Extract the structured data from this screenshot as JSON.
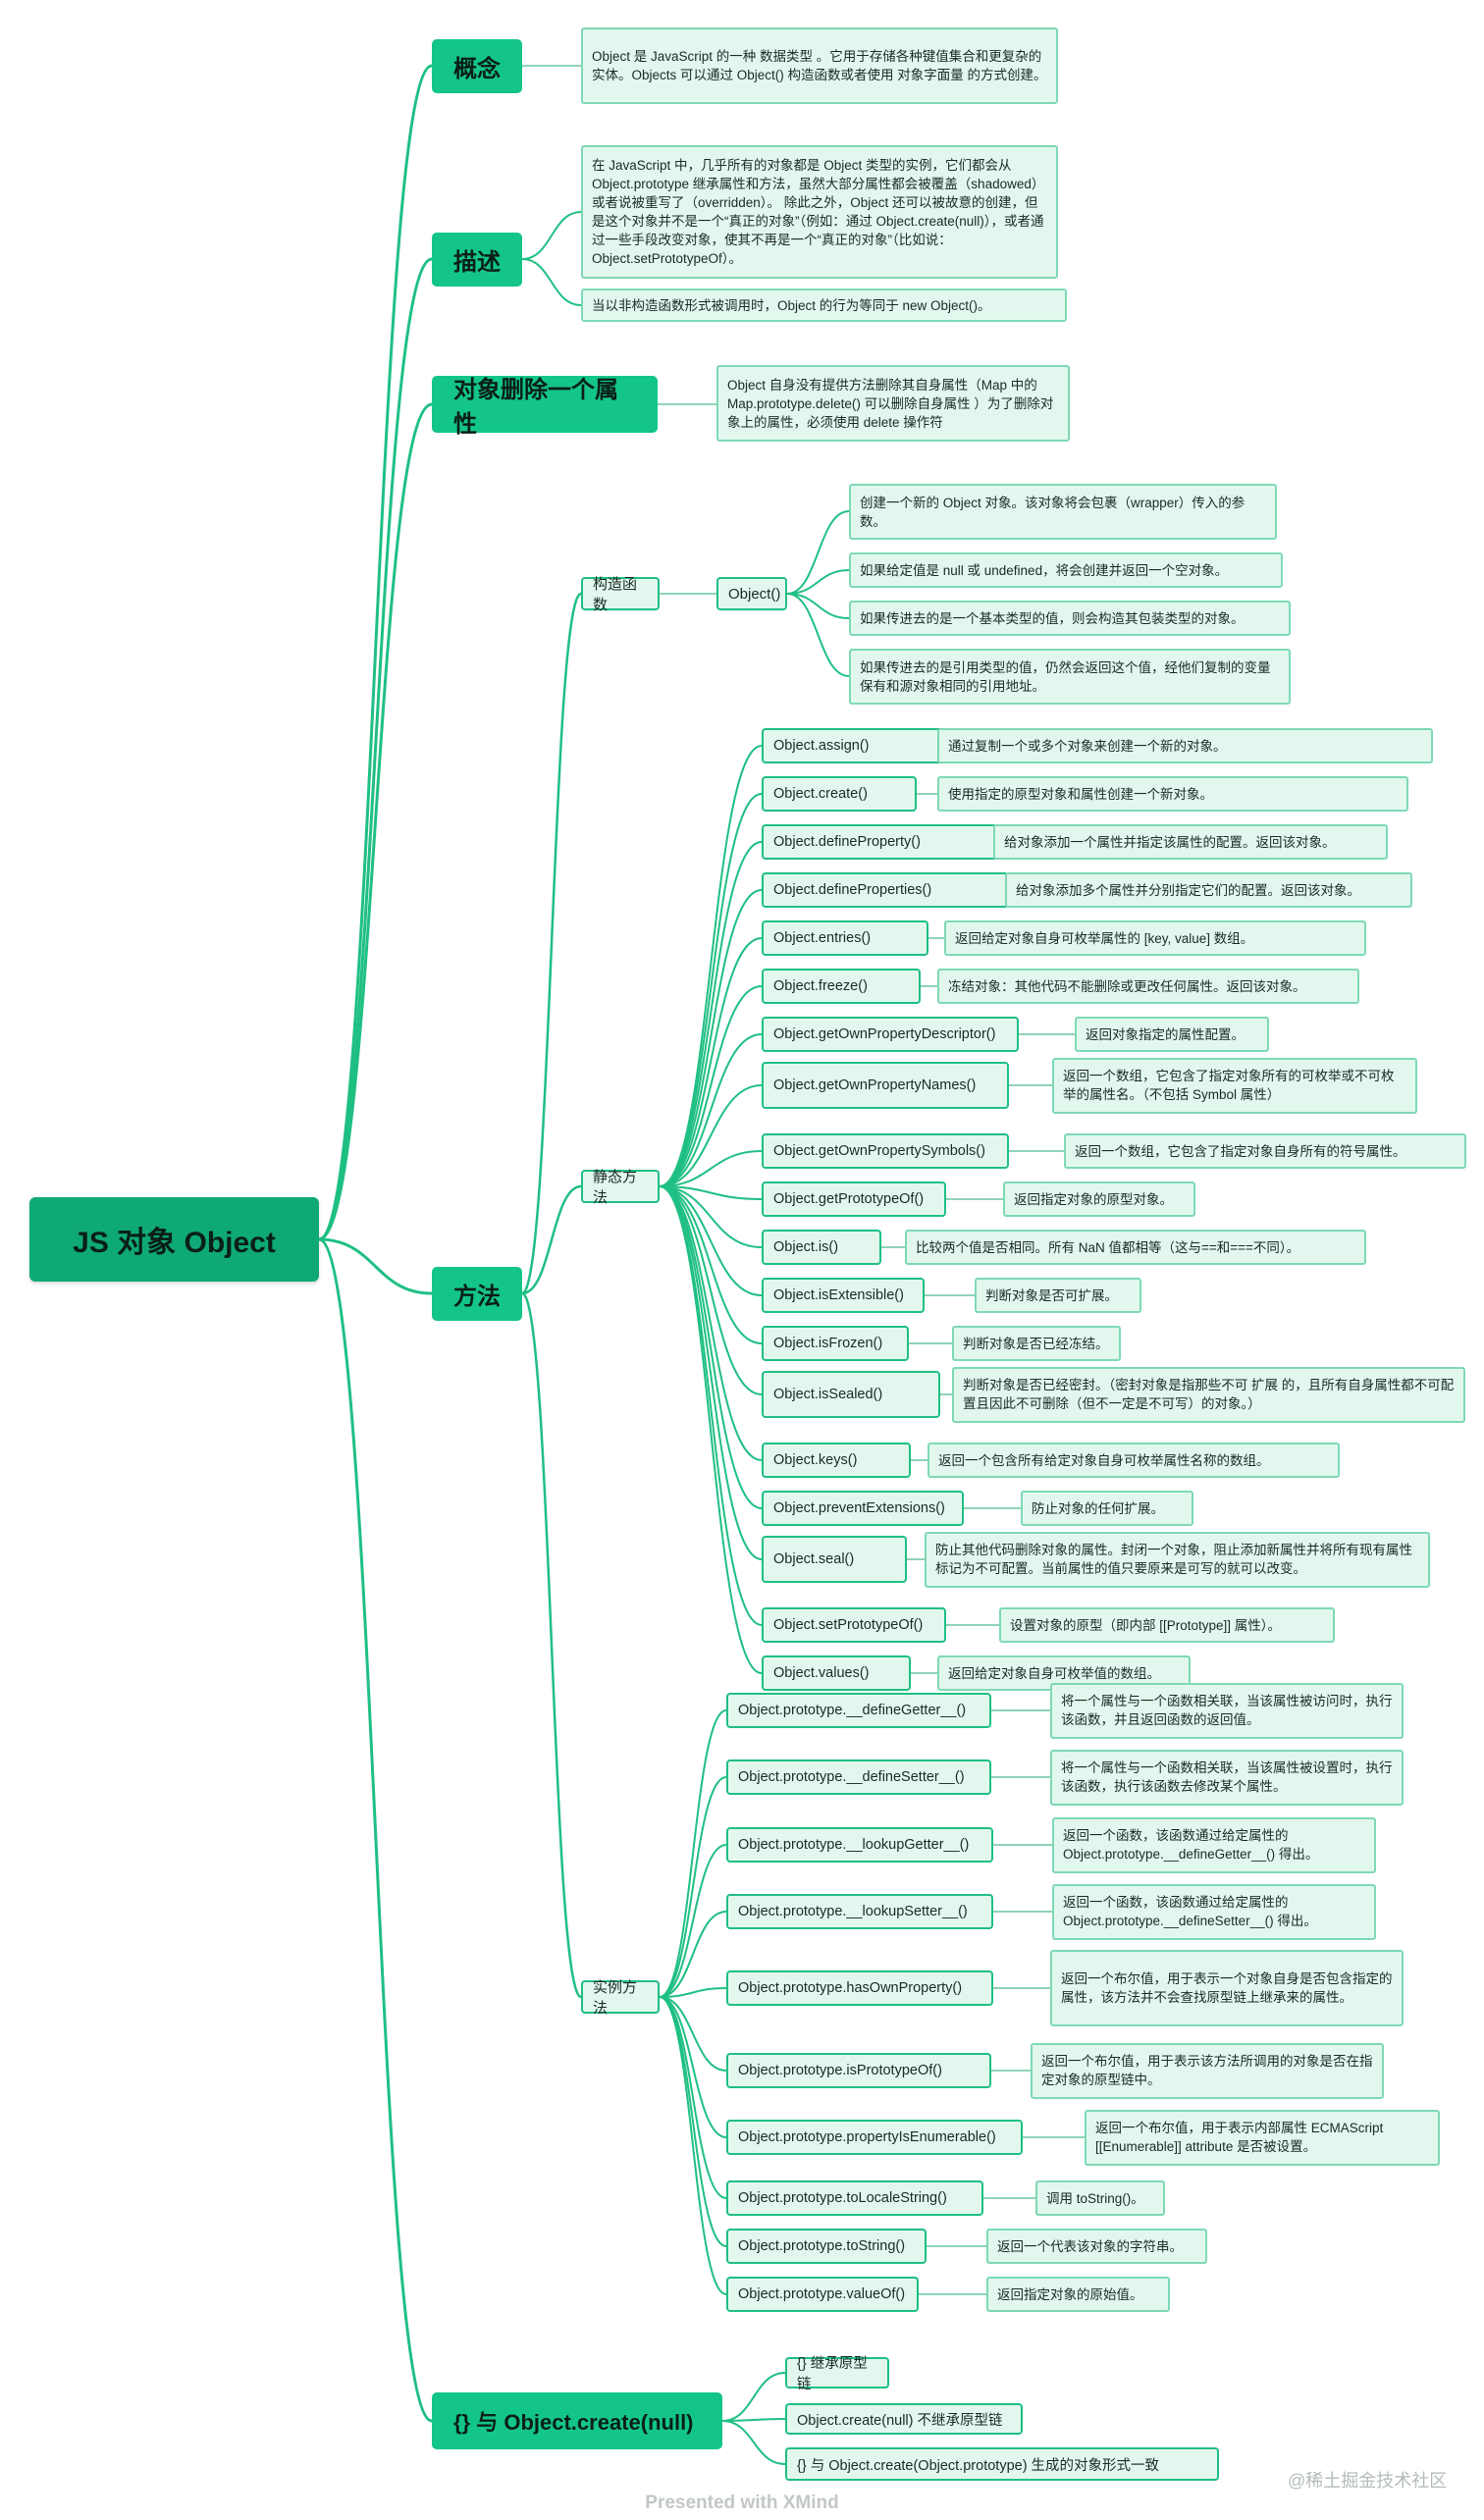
{
  "root": {
    "label": "JS 对象 Object"
  },
  "sections": {
    "concept": {
      "label": "概念",
      "desc": "Object 是 JavaScript 的一种 数据类型 。它用于存储各种键值集合和更复杂的实体。Objects 可以通过 Object() 构造函数或者使用 对象字面量 的方式创建。"
    },
    "description": {
      "label": "描述",
      "desc1": "在 JavaScript 中，几乎所有的对象都是 Object 类型的实例，它们都会从 Object.prototype 继承属性和方法，虽然大部分属性都会被覆盖（shadowed）或者说被重写了（overridden）。 除此之外，Object 还可以被故意的创建，但是这个对象并不是一个“真正的对象”（例如：通过 Object.create(null)），或者通过一些手段改变对象，使其不再是一个“真正的对象”（比如说：Object.setPrototypeOf）。",
      "desc2": "当以非构造函数形式被调用时，Object 的行为等同于 new Object()。"
    },
    "delete": {
      "label": "对象删除一个属性",
      "desc": "Object 自身没有提供方法删除其自身属性（Map 中的 Map.prototype.delete() 可以删除自身属性 ）为了删除对象上的属性，必须使用 delete 操作符"
    },
    "methods": {
      "label": "方法",
      "constructor": {
        "label": "构造函数",
        "node": "Object()",
        "descs": [
          "创建一个新的 Object 对象。该对象将会包裹（wrapper）传入的参数。",
          "如果给定值是 null 或 undefined，将会创建并返回一个空对象。",
          "如果传进去的是一个基本类型的值，则会构造其包装类型的对象。",
          "如果传进去的是引用类型的值，仍然会返回这个值，经他们复制的变量保有和源对象相同的引用地址。"
        ]
      },
      "static": {
        "label": "静态方法",
        "items": [
          {
            "name": "Object.assign()",
            "desc": "通过复制一个或多个对象来创建一个新的对象。"
          },
          {
            "name": "Object.create()",
            "desc": "使用指定的原型对象和属性创建一个新对象。"
          },
          {
            "name": "Object.defineProperty()",
            "desc": "给对象添加一个属性并指定该属性的配置。返回该对象。"
          },
          {
            "name": "Object.defineProperties()",
            "desc": "给对象添加多个属性并分别指定它们的配置。返回该对象。"
          },
          {
            "name": "Object.entries()",
            "desc": "返回给定对象自身可枚举属性的 [key, value] 数组。"
          },
          {
            "name": "Object.freeze()",
            "desc": "冻结对象：其他代码不能删除或更改任何属性。返回该对象。"
          },
          {
            "name": "Object.getOwnPropertyDescriptor()",
            "desc": "返回对象指定的属性配置。"
          },
          {
            "name": "Object.getOwnPropertyNames()",
            "desc": "返回一个数组，它包含了指定对象所有的可枚举或不可枚举的属性名。（不包括 Symbol 属性）"
          },
          {
            "name": "Object.getOwnPropertySymbols()",
            "desc": "返回一个数组，它包含了指定对象自身所有的符号属性。"
          },
          {
            "name": "Object.getPrototypeOf()",
            "desc": "返回指定对象的原型对象。"
          },
          {
            "name": "Object.is()",
            "desc": "比较两个值是否相同。所有 NaN 值都相等（这与==和===不同）。"
          },
          {
            "name": "Object.isExtensible()",
            "desc": "判断对象是否可扩展。"
          },
          {
            "name": "Object.isFrozen()",
            "desc": "判断对象是否已经冻结。"
          },
          {
            "name": "Object.isSealed()",
            "desc": "判断对象是否已经密封。（密封对象是指那些不可 扩展 的，且所有自身属性都不可配置且因此不可删除（但不一定是不可写）的对象。）"
          },
          {
            "name": "Object.keys()",
            "desc": "返回一个包含所有给定对象自身可枚举属性名称的数组。"
          },
          {
            "name": "Object.preventExtensions()",
            "desc": "防止对象的任何扩展。"
          },
          {
            "name": "Object.seal()",
            "desc": "防止其他代码删除对象的属性。封闭一个对象，阻止添加新属性并将所有现有属性标记为不可配置。当前属性的值只要原来是可写的就可以改变。"
          },
          {
            "name": "Object.setPrototypeOf()",
            "desc": "设置对象的原型（即内部 [[Prototype]] 属性）。"
          },
          {
            "name": "Object.values()",
            "desc": "返回给定对象自身可枚举值的数组。"
          }
        ]
      },
      "instance": {
        "label": "实例方法",
        "items": [
          {
            "name": "Object.prototype.__defineGetter__()",
            "desc": "将一个属性与一个函数相关联，当该属性被访问时，执行该函数，并且返回函数的返回值。"
          },
          {
            "name": "Object.prototype.__defineSetter__()",
            "desc": "将一个属性与一个函数相关联，当该属性被设置时，执行该函数，执行该函数去修改某个属性。"
          },
          {
            "name": "Object.prototype.__lookupGetter__()",
            "desc": "返回一个函数，该函数通过给定属性的 Object.prototype.__defineGetter__() 得出。"
          },
          {
            "name": "Object.prototype.__lookupSetter__()",
            "desc": "返回一个函数，该函数通过给定属性的 Object.prototype.__defineSetter__() 得出。"
          },
          {
            "name": "Object.prototype.hasOwnProperty()",
            "desc": "返回一个布尔值，用于表示一个对象自身是否包含指定的属性，该方法并不会查找原型链上继承来的属性。"
          },
          {
            "name": "Object.prototype.isPrototypeOf()",
            "desc": "返回一个布尔值，用于表示该方法所调用的对象是否在指定对象的原型链中。"
          },
          {
            "name": "Object.prototype.propertyIsEnumerable()",
            "desc": "返回一个布尔值，用于表示内部属性 ECMAScript [[Enumerable]] attribute 是否被设置。"
          },
          {
            "name": "Object.prototype.toLocaleString()",
            "desc": "调用 toString()。"
          },
          {
            "name": "Object.prototype.toString()",
            "desc": "返回一个代表该对象的字符串。"
          },
          {
            "name": "Object.prototype.valueOf()",
            "desc": "返回指定对象的原始值。"
          }
        ]
      }
    },
    "compare": {
      "label": "{} 与 Object.create(null)",
      "items": [
        "{} 继承原型链",
        "Object.create(null) 不继承原型链",
        "{} 与 Object.create(Object.prototype) 生成的对象形式一致"
      ]
    }
  },
  "footer": "Presented with XMind",
  "watermark": "@稀土掘金技术社区",
  "colors": {
    "root": "#0fa978",
    "primary": "#13c58b",
    "line": "#1fbf83",
    "nodeFill": "#e2f8ee",
    "descBorder": "#7ed9b4"
  }
}
